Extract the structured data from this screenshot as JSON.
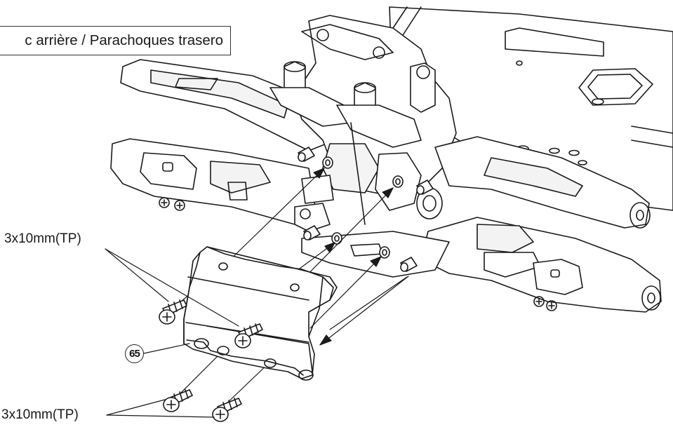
{
  "title": "c arrière / Parachoques trasero",
  "labels": {
    "screw_top": "3x10mm(TP)",
    "screw_bottom": "3x10mm(TP)"
  },
  "part_number": "65",
  "colors": {
    "line": "#1a1a1a",
    "fill": "#ffffff",
    "shade": "#e9e9e9"
  }
}
